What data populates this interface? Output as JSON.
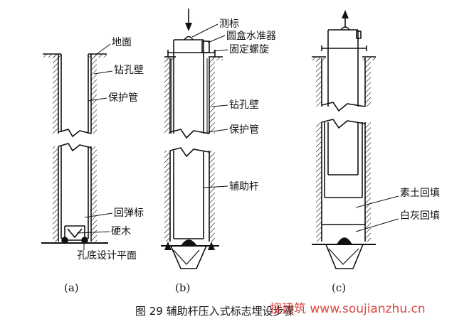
{
  "figure": {
    "caption": "图 29   辅助杆压入式标志埋设步骤",
    "watermark": "搜建筑 www.soujianzhu.cn",
    "panels": [
      {
        "id": "a",
        "sublabel": "(a)",
        "labels": {
          "ground": "地面",
          "borehole_wall": "钻孔壁",
          "casing": "保护管",
          "rebound_mark": "回弹标",
          "hardwood": "硬木",
          "hole_bottom": "孔底设计平面"
        }
      },
      {
        "id": "b",
        "sublabel": "(b)",
        "labels": {
          "survey_mark": "测标",
          "circular_level": "圆盒水准器",
          "fixing_screw": "固定螺旋",
          "borehole_wall": "钻孔壁",
          "casing": "保护管",
          "auxiliary_rod": "辅助杆"
        }
      },
      {
        "id": "c",
        "sublabel": "(c)",
        "labels": {
          "soil_backfill": "素土回填",
          "lime_backfill": "白灰回填"
        }
      }
    ]
  },
  "colors": {
    "ink": "#111111",
    "watermark": "#d9322c",
    "background": "#ffffff"
  }
}
